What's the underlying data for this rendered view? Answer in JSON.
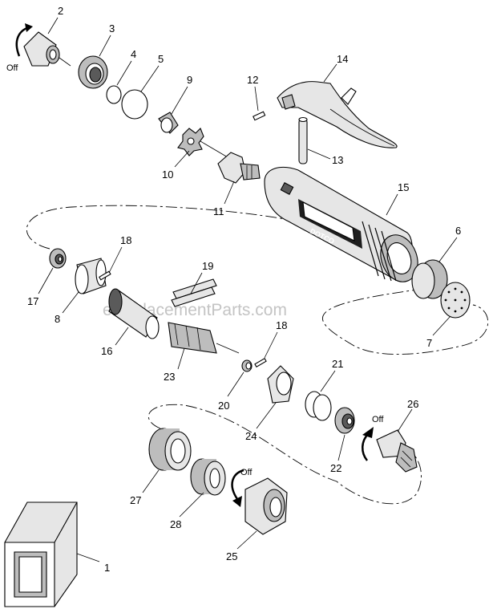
{
  "diagram": {
    "callouts": [
      {
        "id": "part-2",
        "text": "2"
      },
      {
        "id": "part-3",
        "text": "3"
      },
      {
        "id": "part-4",
        "text": "4"
      },
      {
        "id": "part-5",
        "text": "5"
      },
      {
        "id": "part-9",
        "text": "9"
      },
      {
        "id": "part-10",
        "text": "10"
      },
      {
        "id": "part-11",
        "text": "11"
      },
      {
        "id": "part-12",
        "text": "12"
      },
      {
        "id": "part-13",
        "text": "13"
      },
      {
        "id": "part-14",
        "text": "14"
      },
      {
        "id": "part-15",
        "text": "15"
      },
      {
        "id": "part-6",
        "text": "6"
      },
      {
        "id": "part-7",
        "text": "7"
      },
      {
        "id": "part-17",
        "text": "17"
      },
      {
        "id": "part-8",
        "text": "8"
      },
      {
        "id": "part-18a",
        "text": "18"
      },
      {
        "id": "part-19",
        "text": "19"
      },
      {
        "id": "part-16",
        "text": "16"
      },
      {
        "id": "part-23",
        "text": "23"
      },
      {
        "id": "part-18b",
        "text": "18"
      },
      {
        "id": "part-20",
        "text": "20"
      },
      {
        "id": "part-21",
        "text": "21"
      },
      {
        "id": "part-24",
        "text": "24"
      },
      {
        "id": "part-22",
        "text": "22"
      },
      {
        "id": "part-26",
        "text": "26"
      },
      {
        "id": "part-27",
        "text": "27"
      },
      {
        "id": "part-28",
        "text": "28"
      },
      {
        "id": "part-25",
        "text": "25"
      },
      {
        "id": "part-1",
        "text": "1"
      }
    ],
    "rotation_labels": {
      "top_left": "Off",
      "right_middle": "Off",
      "bottom_center": "Off"
    },
    "watermark": "eReplacementParts.com",
    "body_marking": "DOTCO"
  }
}
